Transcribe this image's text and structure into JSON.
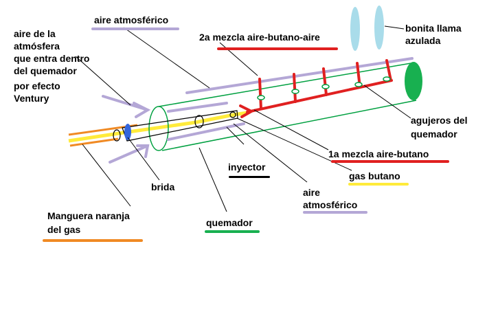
{
  "labels": {
    "aire_atmosferico_top": "aire atmosférico",
    "mezcla2": "2a mezcla aire-butano-aire",
    "llama": [
      "bonita llama",
      "azulada"
    ],
    "aire_venturi": [
      "aire de la",
      "atmósfera",
      "que  entra dentro",
      "del quemador",
      "por efecto",
      "Ventury"
    ],
    "agujeros": [
      "agujeros del",
      "quemador"
    ],
    "mezcla1": "1a mezcla aire-butano",
    "inyector": "inyector",
    "gas_butano": "gas butano",
    "brida": "brida",
    "aire_atmosferico_bottom": [
      "aire",
      "atmosférico"
    ],
    "manguera": [
      "Manguera naranja",
      "del gas"
    ],
    "quemador": "quemador"
  },
  "colors": {
    "air": "#b4a7d6",
    "mixture": "#e02020",
    "flame": "#a9dcea",
    "tube": "#00a040",
    "gas": "#ffeb3b",
    "hose": "#f08a24",
    "brida": "#3366dd",
    "injector": "#000000"
  }
}
